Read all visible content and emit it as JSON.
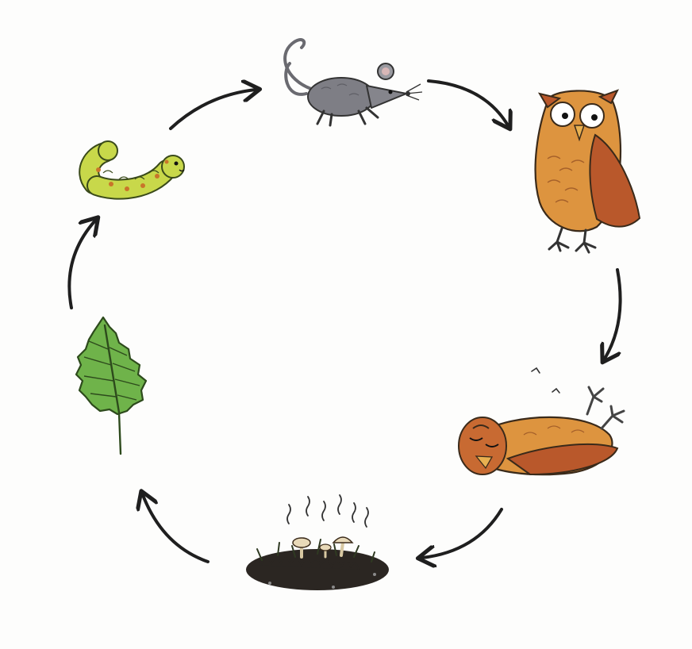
{
  "diagram": {
    "type": "cycle",
    "direction": "clockwise",
    "nodes": [
      {
        "id": "mouse",
        "icon": "mouse-icon"
      },
      {
        "id": "owl",
        "icon": "owl-icon"
      },
      {
        "id": "dead-owl",
        "icon": "dead-owl-icon"
      },
      {
        "id": "decomposing-soil",
        "icon": "soil-fungi-icon"
      },
      {
        "id": "leaf",
        "icon": "leaf-icon"
      },
      {
        "id": "caterpillar",
        "icon": "caterpillar-icon"
      }
    ],
    "edges": [
      {
        "from": "mouse",
        "to": "owl"
      },
      {
        "from": "owl",
        "to": "dead-owl"
      },
      {
        "from": "dead-owl",
        "to": "decomposing-soil"
      },
      {
        "from": "decomposing-soil",
        "to": "leaf"
      },
      {
        "from": "leaf",
        "to": "caterpillar"
      },
      {
        "from": "caterpillar",
        "to": "mouse"
      }
    ],
    "colors": {
      "arrow": "#1f1f1f",
      "mouse": "#7a7a80",
      "owl_body": "#d98a3a",
      "owl_wing": "#b5572a",
      "leaf": "#6fb34a",
      "caterpillar": "#c8d84a",
      "soil": "#2b2622",
      "fungi": "#e8d9b8"
    }
  }
}
